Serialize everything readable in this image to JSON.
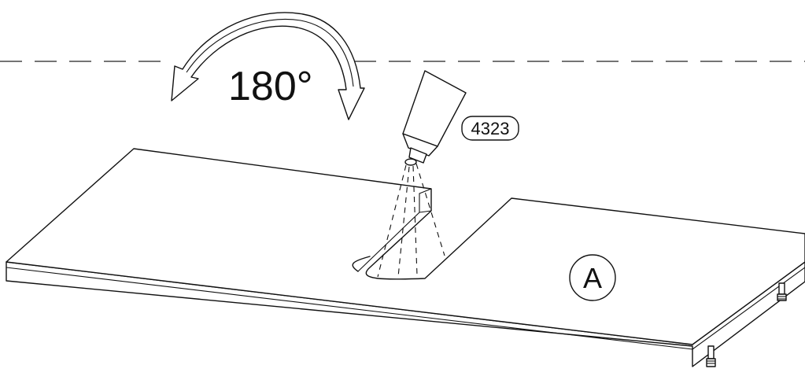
{
  "rotation": {
    "angle_label": "180°",
    "icon": "rotate-arrow-icon"
  },
  "product": {
    "code": "4323",
    "icon": "adhesive-tube-icon"
  },
  "part": {
    "label": "A"
  },
  "colors": {
    "ink": "#111111",
    "background": "#ffffff"
  }
}
